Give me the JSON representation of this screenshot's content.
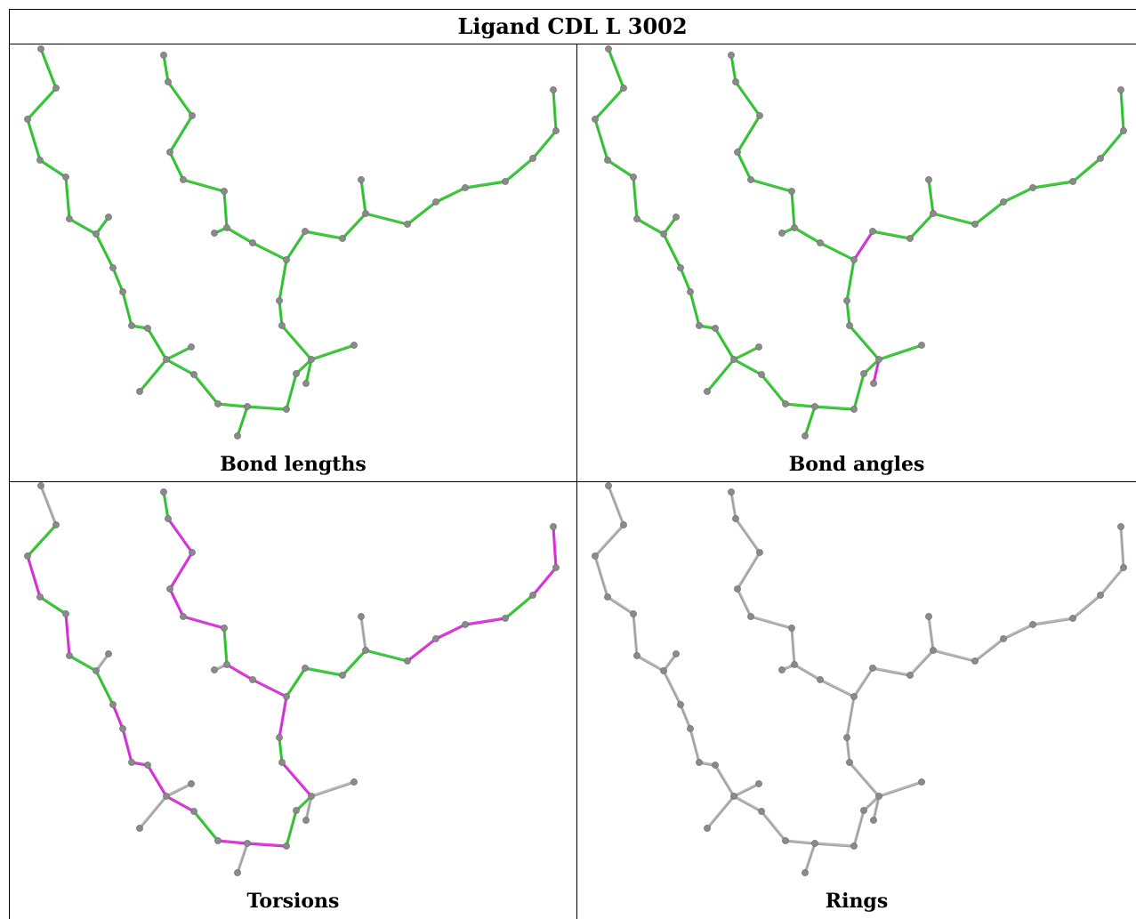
{
  "title": "Ligand CDL L 3002",
  "colors": {
    "good": "#3fcf3f",
    "bad": "#e23ce2",
    "gray": "#b7b7b7",
    "atom": "#8a8a8a"
  },
  "panels": [
    {
      "caption": "Bond lengths"
    },
    {
      "caption": "Bond angles"
    },
    {
      "caption": "Torsions"
    },
    {
      "caption": "Rings"
    }
  ]
}
